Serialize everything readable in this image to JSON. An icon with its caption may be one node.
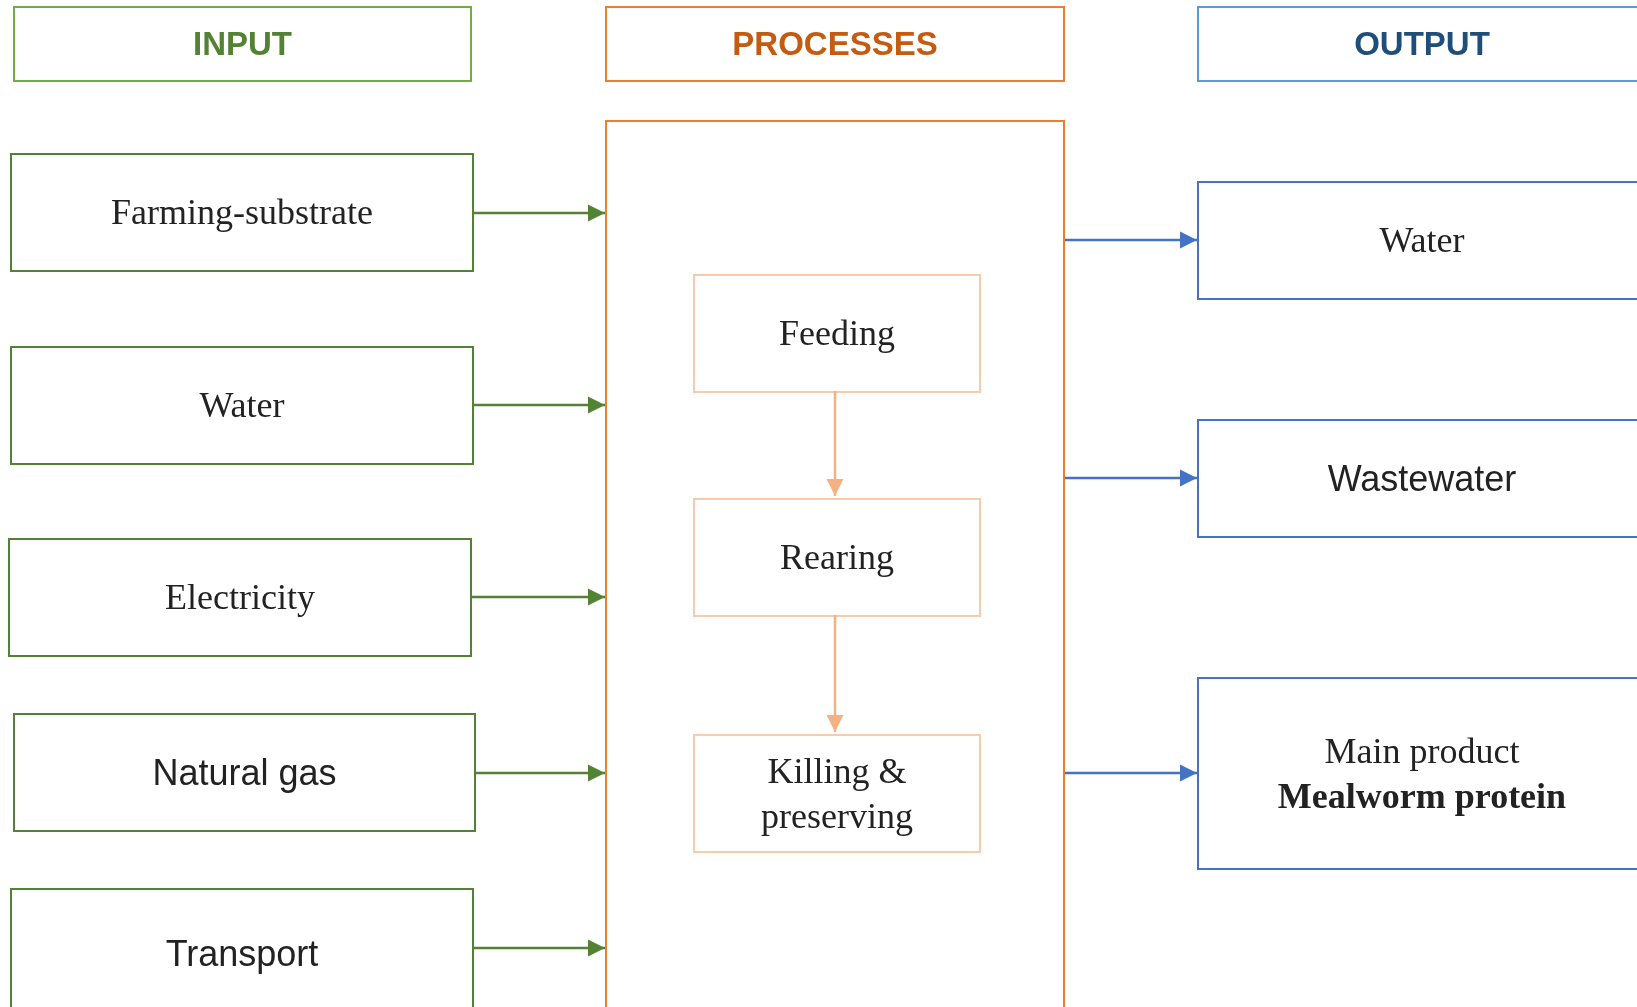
{
  "diagram": {
    "nodes": [
      {
        "text": [
          "INPUT"
        ]
      },
      {
        "text": [
          "PROCESSES"
        ]
      },
      {
        "text": [
          "OUTPUT"
        ]
      },
      {
        "text": [
          "Farming-substrate"
        ]
      },
      {
        "text": [
          "Water"
        ]
      },
      {
        "text": [
          "Electricity"
        ]
      },
      {
        "text": [
          "Natural gas"
        ]
      },
      {
        "text": [
          "Transport"
        ]
      },
      {
        "text": [],
        "shape": "box"
      },
      {
        "text": [
          "Feeding"
        ],
        "in": 8
      },
      {
        "text": [
          "Rearing"
        ],
        "in": 8
      },
      {
        "text": [
          "Killing & preserving"
        ],
        "in": 8
      },
      {
        "text": [
          "Water"
        ]
      },
      {
        "text": [
          "Wastewater"
        ]
      },
      {
        "text": [
          "Main product",
          "Mealworm protein"
        ]
      }
    ],
    "edges": [
      {
        "from": 3,
        "to": 8,
        "arrow": "to"
      },
      {
        "from": 4,
        "to": 8,
        "arrow": "to"
      },
      {
        "from": 5,
        "to": 8,
        "arrow": "to"
      },
      {
        "from": 6,
        "to": 8,
        "arrow": "to"
      },
      {
        "from": 7,
        "to": 8,
        "arrow": "to"
      },
      {
        "from": 8,
        "to": 12,
        "arrow": "to",
        "color": "#4472c4"
      },
      {
        "from": 8,
        "to": 13,
        "arrow": "to",
        "color": "#4472c4"
      },
      {
        "from": 8,
        "to": 14,
        "arrow": "to",
        "color": "#4472c4"
      },
      {
        "from": 9,
        "to": 10,
        "arrow": "to",
        "color": "#f4b183"
      },
      {
        "from": 10,
        "to": 11,
        "arrow": "to",
        "color": "#f4b183"
      }
    ]
  }
}
